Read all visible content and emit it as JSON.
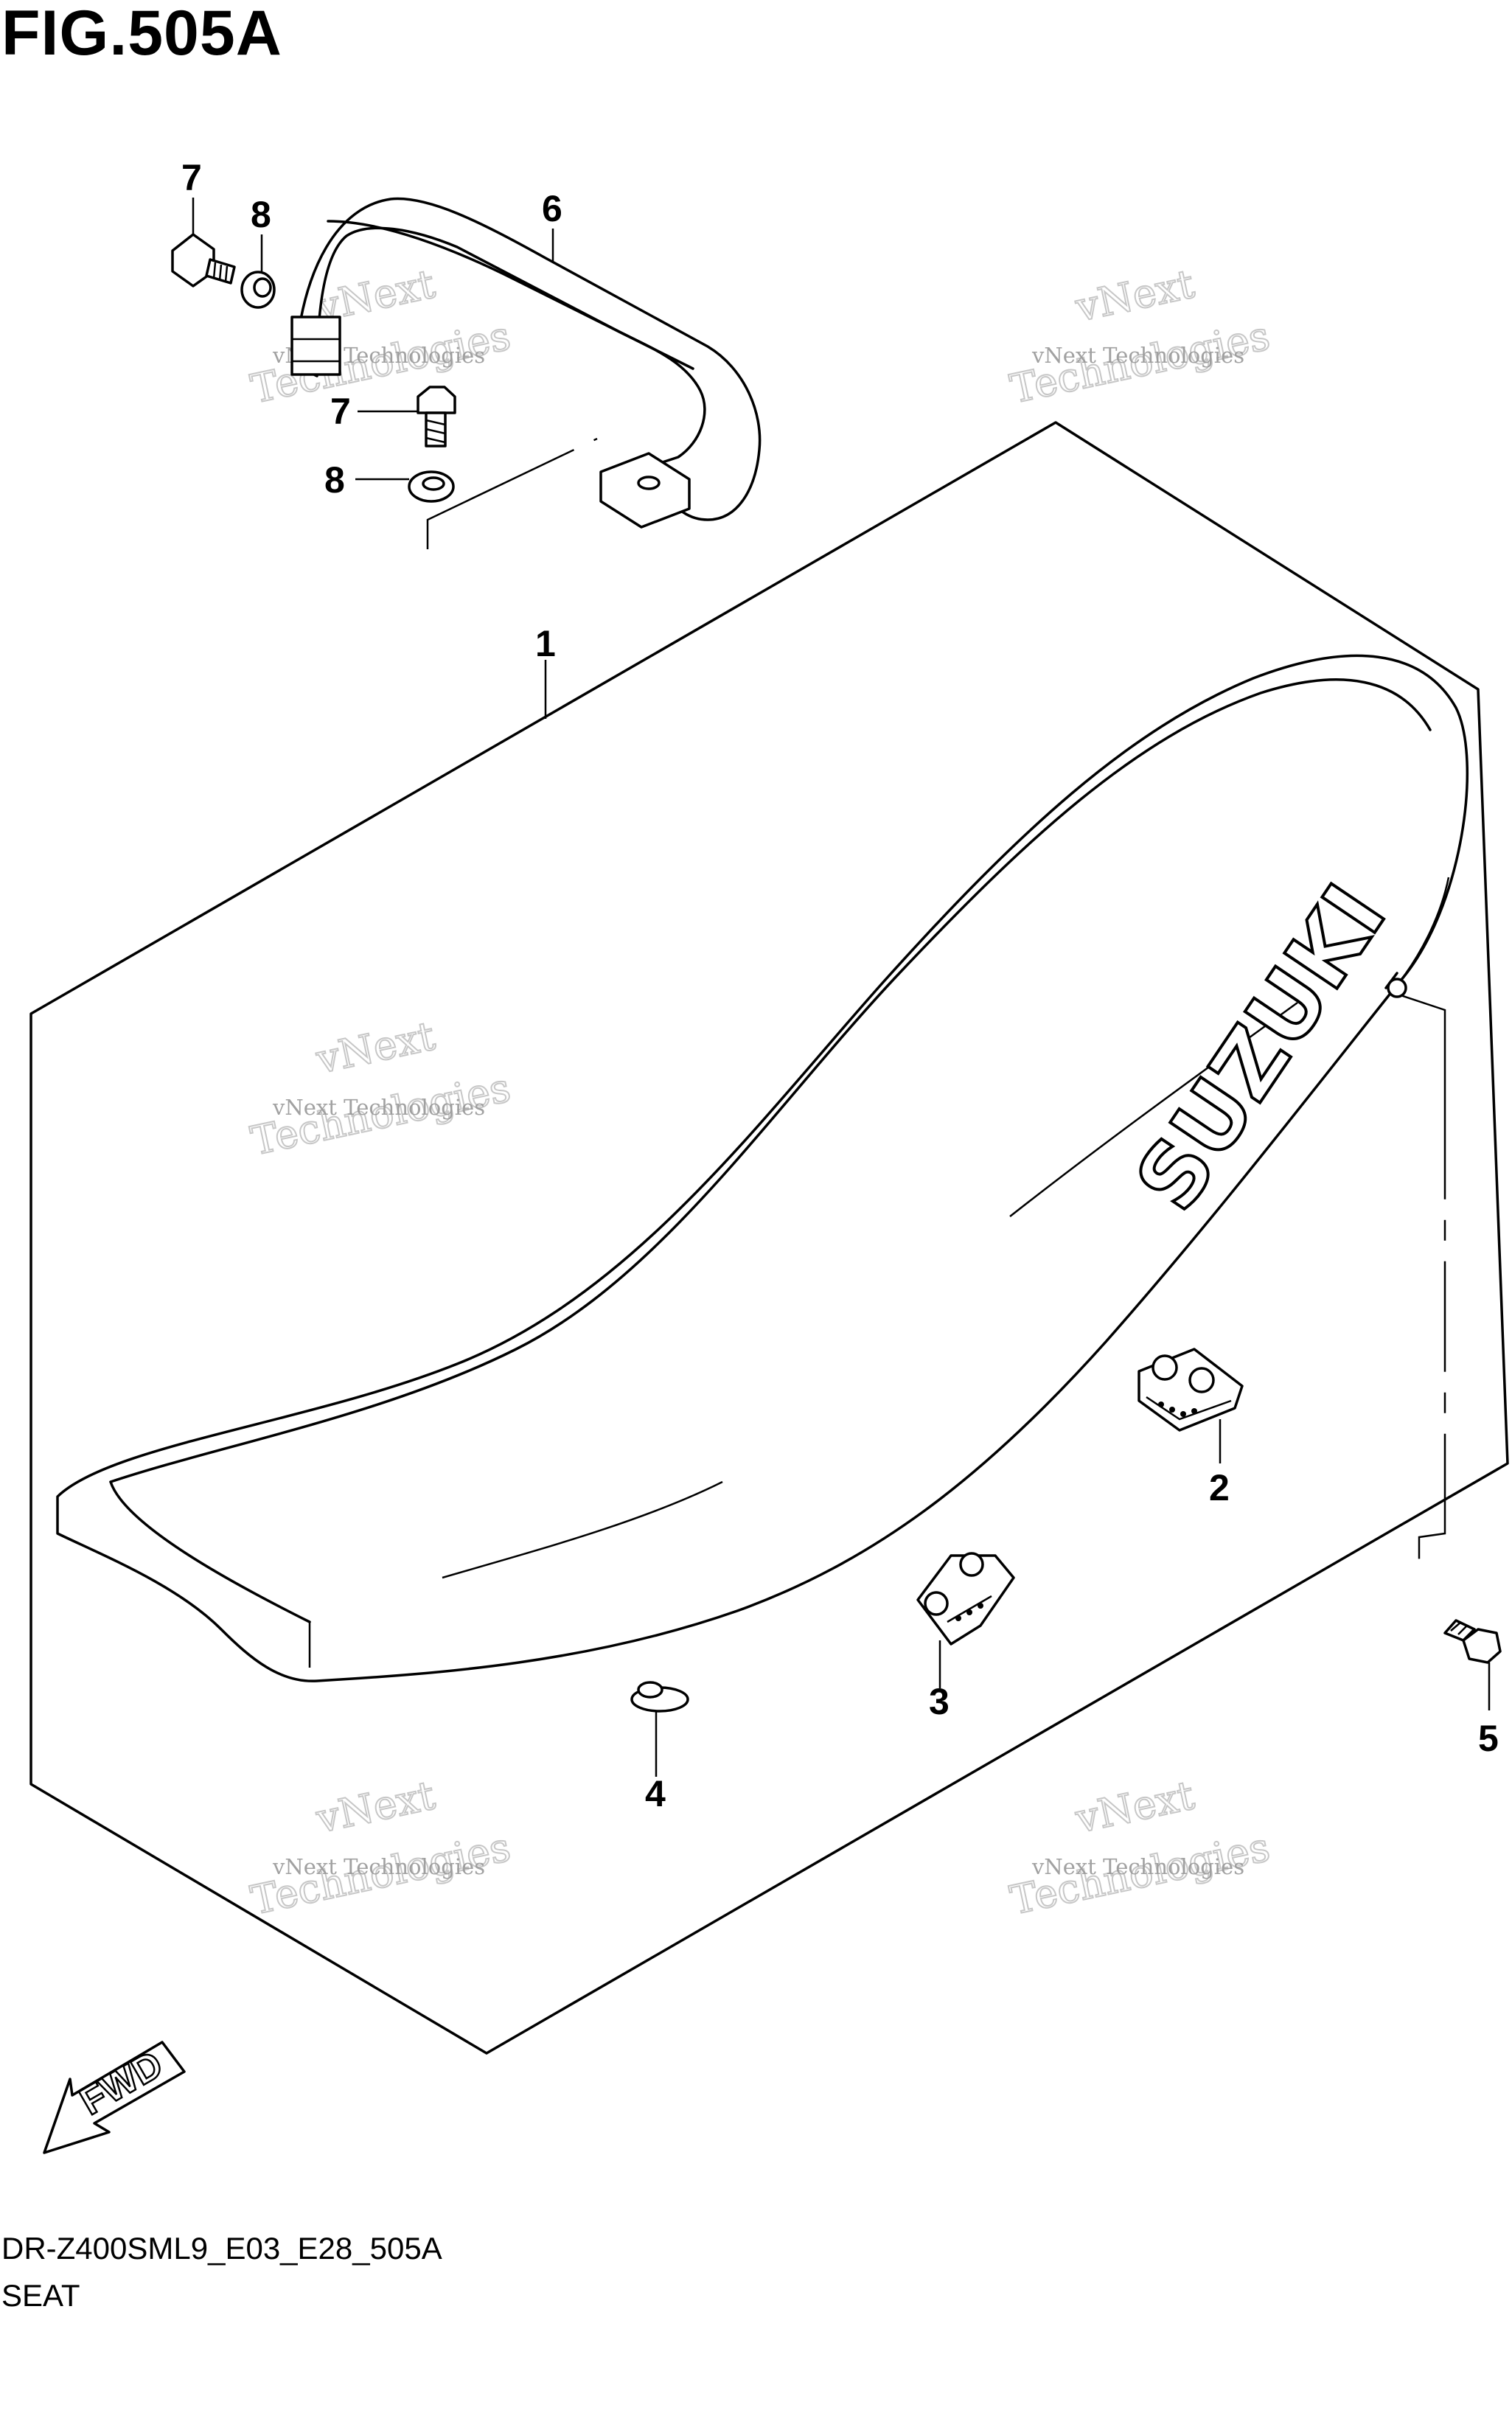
{
  "figure": {
    "title": "FIG.505A",
    "code": "DR-Z400SML9_E03_E28_505A",
    "name": "SEAT"
  },
  "callouts": [
    {
      "id": "1",
      "label": "1"
    },
    {
      "id": "2",
      "label": "2"
    },
    {
      "id": "3",
      "label": "3"
    },
    {
      "id": "4",
      "label": "4"
    },
    {
      "id": "5",
      "label": "5"
    },
    {
      "id": "6",
      "label": "6"
    },
    {
      "id": "7a",
      "label": "7"
    },
    {
      "id": "7b",
      "label": "7"
    },
    {
      "id": "8a",
      "label": "8"
    },
    {
      "id": "8b",
      "label": "8"
    }
  ],
  "seat_brand": "SUZUKI",
  "direction_marker": "FWD",
  "watermark": {
    "line1": "vNext",
    "line2": "vNext Technologies",
    "line3": "Technologies"
  }
}
